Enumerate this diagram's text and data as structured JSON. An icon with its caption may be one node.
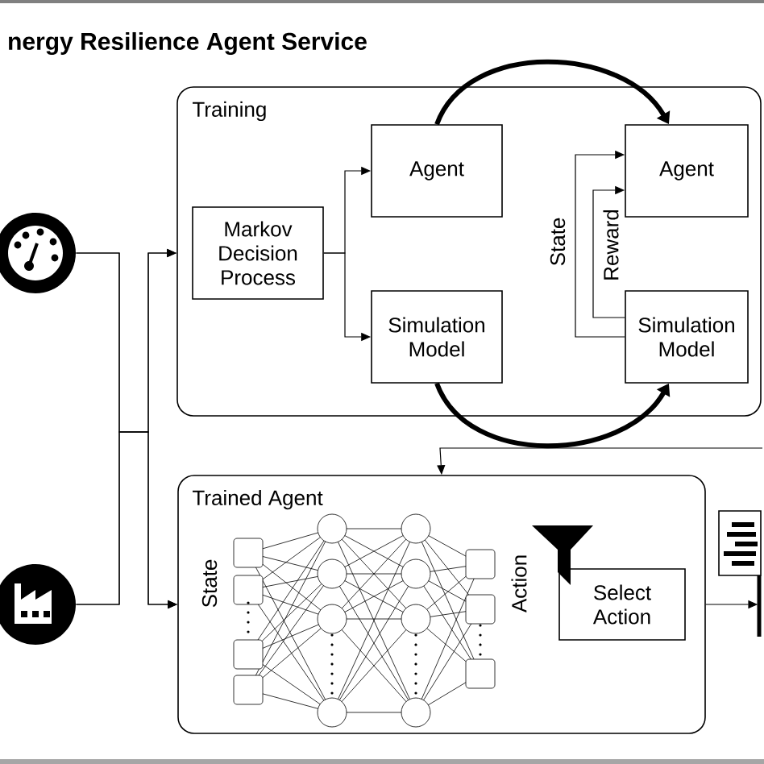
{
  "diagram": {
    "title": "nergy Resilience Agent Service",
    "nodes": [
      {
        "text": [],
        "shape": "picture"
      },
      {
        "text": [
          "Training"
        ]
      },
      {
        "text": [
          "Markov Decision Process"
        ],
        "in": 1
      },
      {
        "text": [
          "Agent"
        ],
        "in": 1
      },
      {
        "text": [
          "Simulation Model"
        ],
        "in": 1
      },
      {
        "text": [
          "Agent"
        ],
        "in": 1
      },
      {
        "text": [
          "Simulation Model"
        ],
        "in": 1
      },
      {
        "text": [],
        "shape": "picture"
      },
      {
        "text": [
          "Trained Agent"
        ]
      },
      {
        "text": [
          "Select Action"
        ],
        "in": 8
      },
      {
        "text": [],
        "shape": "picture"
      }
    ],
    "edges": [
      {
        "from": 0,
        "to": 1,
        "arrow": "to"
      },
      {
        "from": 0,
        "to": 8,
        "arrow": "to"
      },
      {
        "from": 7,
        "to": 1,
        "arrow": "to"
      },
      {
        "from": 7,
        "to": 8,
        "arrow": "to"
      },
      {
        "from": 2,
        "to": 3,
        "arrow": "to"
      },
      {
        "from": 2,
        "to": 4,
        "arrow": "to"
      },
      {
        "from": 3,
        "to": 5,
        "arrow": "to",
        "style": "thick"
      },
      {
        "from": 4,
        "to": 6,
        "arrow": "to",
        "style": "thick"
      },
      {
        "from": 6,
        "to": 5,
        "arrow": "to",
        "label": "State"
      },
      {
        "from": 6,
        "to": 5,
        "arrow": "to",
        "label": "Reward"
      },
      {
        "from": null,
        "to": 8,
        "arrow": "to"
      },
      {
        "from": 8,
        "to": 10,
        "arrow": "to"
      }
    ],
    "labels": [
      "State",
      "Action"
    ]
  }
}
